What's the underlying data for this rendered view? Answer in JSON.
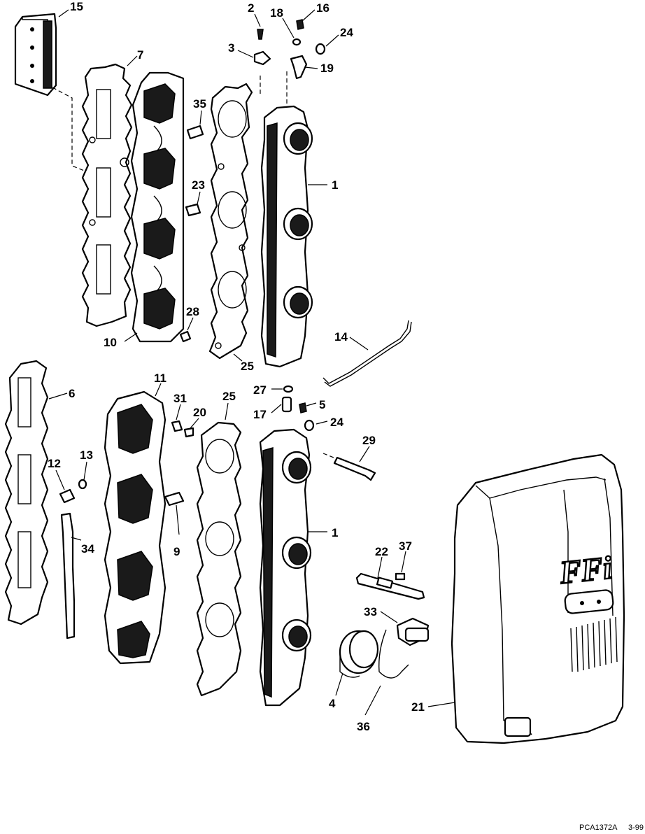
{
  "footer": {
    "code": "PCA1372A",
    "date": "3-99"
  },
  "cover_logo": "FFi",
  "callouts": [
    {
      "id": "c15",
      "text": "15"
    },
    {
      "id": "c7",
      "text": "7"
    },
    {
      "id": "c2",
      "text": "2"
    },
    {
      "id": "c18",
      "text": "18"
    },
    {
      "id": "c16",
      "text": "16"
    },
    {
      "id": "c24a",
      "text": "24"
    },
    {
      "id": "c3",
      "text": "3"
    },
    {
      "id": "c19",
      "text": "19"
    },
    {
      "id": "c35",
      "text": "35"
    },
    {
      "id": "c1a",
      "text": "1"
    },
    {
      "id": "c23",
      "text": "23"
    },
    {
      "id": "c28",
      "text": "28"
    },
    {
      "id": "c10",
      "text": "10"
    },
    {
      "id": "c25a",
      "text": "25"
    },
    {
      "id": "c14",
      "text": "14"
    },
    {
      "id": "c6",
      "text": "6"
    },
    {
      "id": "c11",
      "text": "11"
    },
    {
      "id": "c31",
      "text": "31"
    },
    {
      "id": "c20",
      "text": "20"
    },
    {
      "id": "c25b",
      "text": "25"
    },
    {
      "id": "c27",
      "text": "27"
    },
    {
      "id": "c5",
      "text": "5"
    },
    {
      "id": "c17",
      "text": "17"
    },
    {
      "id": "c24b",
      "text": "24"
    },
    {
      "id": "c29",
      "text": "29"
    },
    {
      "id": "c12",
      "text": "12"
    },
    {
      "id": "c13",
      "text": "13"
    },
    {
      "id": "c34",
      "text": "34"
    },
    {
      "id": "c9",
      "text": "9"
    },
    {
      "id": "c1b",
      "text": "1"
    },
    {
      "id": "c22",
      "text": "22"
    },
    {
      "id": "c37",
      "text": "37"
    },
    {
      "id": "c33",
      "text": "33"
    },
    {
      "id": "c4",
      "text": "4"
    },
    {
      "id": "c36",
      "text": "36"
    },
    {
      "id": "c21",
      "text": "21"
    }
  ]
}
